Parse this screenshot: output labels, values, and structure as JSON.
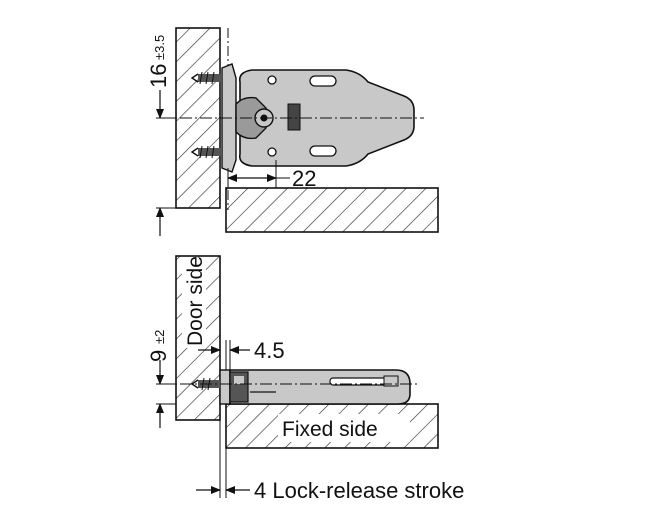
{
  "top_view": {
    "dim_offset": {
      "value": "16",
      "tolerance": "±3.5"
    },
    "dim_depth": {
      "value": "22"
    }
  },
  "side_view": {
    "dim_offset": {
      "value": "9",
      "tolerance": "±2"
    },
    "dim_gap": {
      "value": "4.5"
    },
    "door_label": "Door side",
    "fixed_label": "Fixed side",
    "stroke_label": "4 Lock-release stroke"
  },
  "colors": {
    "line": "#111111",
    "body_fill": "#c8c8c8",
    "body_dark": "#8c8c8c",
    "hatch": "#333333"
  }
}
